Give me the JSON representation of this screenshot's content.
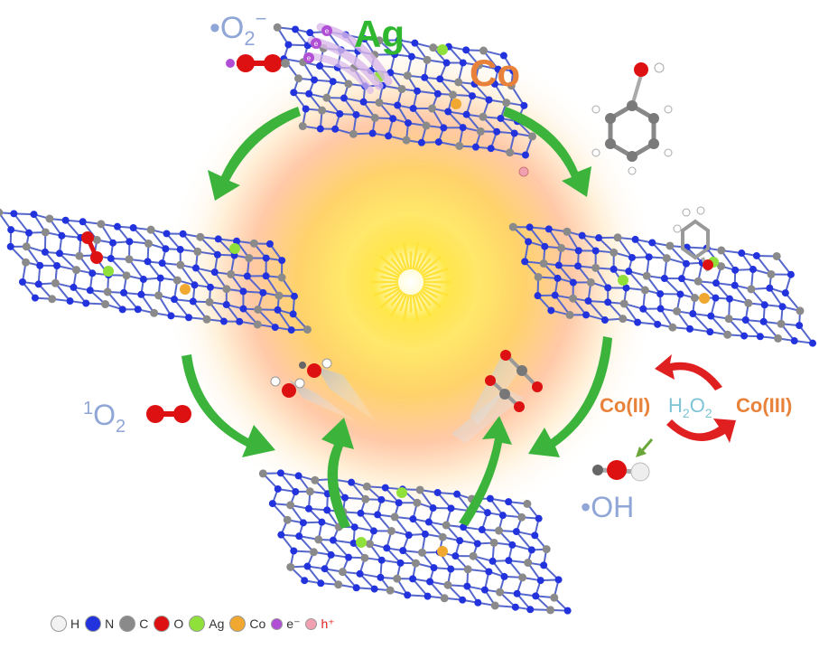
{
  "labels": {
    "superoxide": "•O",
    "superoxide_sub": "2",
    "superoxide_sup": "−",
    "ag": "Ag",
    "co": "Co",
    "singlet_sup": "1",
    "singlet_o": "O",
    "singlet_sub": "2",
    "co2": "Co(II)",
    "h2o2_h": "H",
    "h2o2_sub1": "2",
    "h2o2_o": "O",
    "h2o2_sub2": "2",
    "co3": "Co(III)",
    "hydroxyl": "•OH",
    "electron_symbol": "e"
  },
  "legend": [
    {
      "key": "H",
      "label": "H",
      "color": "#f2f2f2"
    },
    {
      "key": "N",
      "label": "N",
      "color": "#2233dd"
    },
    {
      "key": "C",
      "label": "C",
      "color": "#8a8a8a"
    },
    {
      "key": "O",
      "label": "O",
      "color": "#dd1111"
    },
    {
      "key": "Ag",
      "label": "Ag",
      "color": "#8fe03a"
    },
    {
      "key": "Co",
      "label": "Co",
      "color": "#f0a830"
    },
    {
      "key": "e",
      "label": "e⁻",
      "color": "#b04fd6"
    },
    {
      "key": "h",
      "label": "h⁺",
      "color": "#f0a0b0"
    }
  ],
  "colors": {
    "arrow_green": "#3cb43c",
    "arrow_red": "#e02020",
    "nitrogen": "#2233dd",
    "carbon": "#8a8a8a",
    "oxygen": "#dd1111",
    "silver": "#8fe03a",
    "cobalt": "#f0a830",
    "hydrogen": "#f2f2f2",
    "ag_label": "#2fb82f",
    "co_label": "#e8823a",
    "radical_label": "#8fa6d6"
  }
}
